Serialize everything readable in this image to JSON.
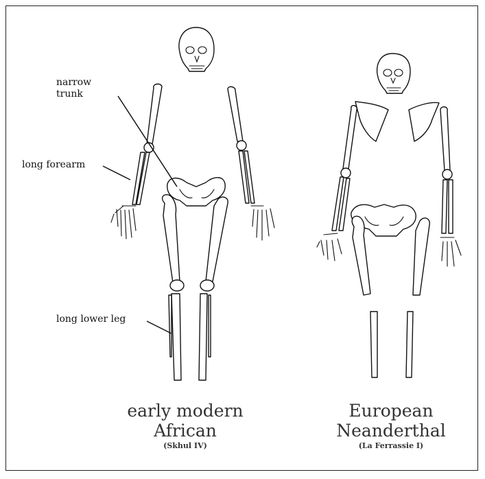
{
  "annotations": {
    "narrow_trunk": [
      "narrow",
      "trunk"
    ],
    "long_forearm": "long forearm",
    "long_lower_leg": "long lower leg"
  },
  "skeletons": [
    {
      "name_line1": "early modern",
      "name_line2": "African",
      "specimen": "(Skhul IV)"
    },
    {
      "name_line1": "European",
      "name_line2": "Neanderthal",
      "specimen": "(La Ferrassie I)"
    }
  ]
}
